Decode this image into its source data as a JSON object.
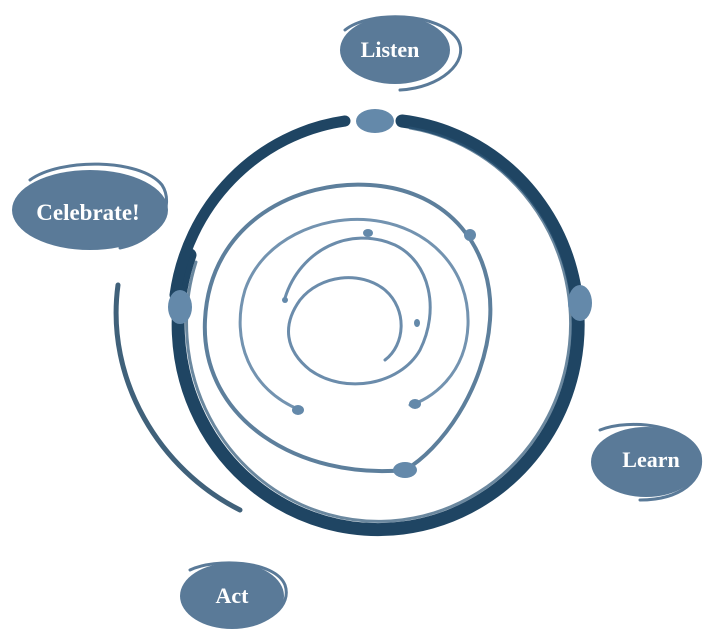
{
  "diagram": {
    "stages": [
      {
        "id": "listen",
        "label": "Listen"
      },
      {
        "id": "learn",
        "label": "Learn"
      },
      {
        "id": "act",
        "label": "Act"
      },
      {
        "id": "celebrate",
        "label": "Celebrate!"
      }
    ],
    "colors": {
      "outer_ring": "#1f4563",
      "inner_spiral": "#6d8eaa",
      "label_fill": "#5a7a98",
      "label_text": "#ffffff",
      "node_fill": "#6489aa"
    }
  }
}
